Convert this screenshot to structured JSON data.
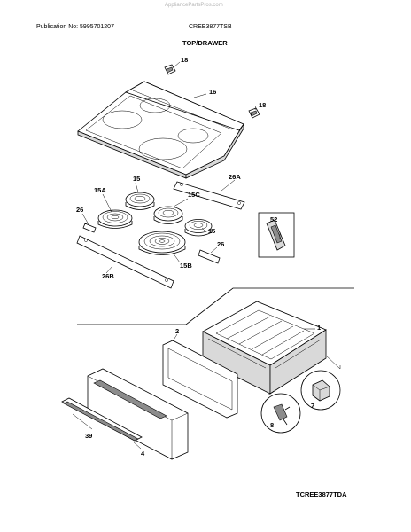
{
  "watermark": "AppliancePartsPros.com",
  "header": {
    "publication": "Publication No: 5995701207",
    "model": "CREE3877TSB",
    "section_title": "TOP/DRAWER"
  },
  "diagram_code": "TCREE3877TDA",
  "callouts": {
    "c18a": "18",
    "c16": "16",
    "c18b": "18",
    "c26A": "26A",
    "c15": "15",
    "c15A": "15A",
    "c15C": "15C",
    "c26": "26",
    "c52": "52",
    "c15d": "15",
    "c26b": "26",
    "c15B": "15B",
    "c26B": "26B",
    "c1": "1",
    "c2": "2",
    "c7": "7",
    "c8": "8",
    "c39": "39",
    "c4": "4"
  }
}
